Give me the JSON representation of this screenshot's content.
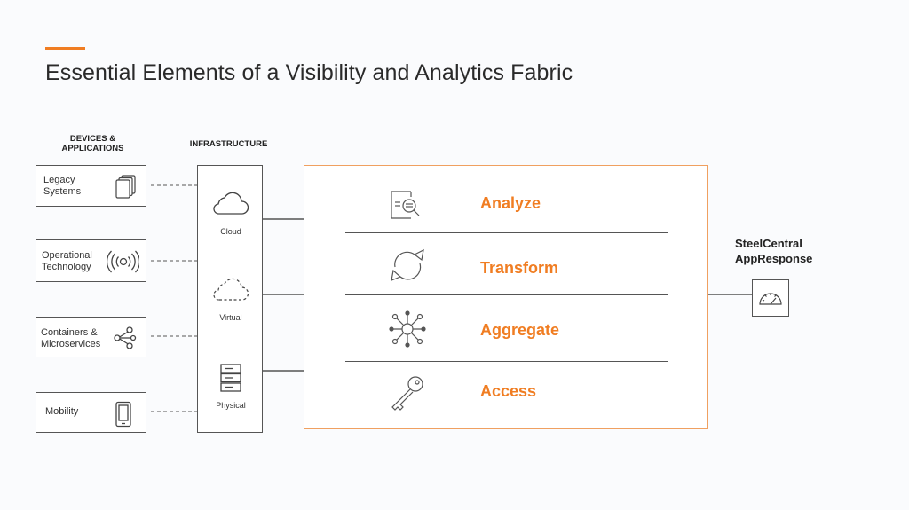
{
  "title": "Essential Elements of a Visibility and Analytics Fabric",
  "colors": {
    "accent": "#f07d22",
    "border": "#555555"
  },
  "headers": {
    "devices": "DEVICES & APPLICATIONS",
    "infrastructure": "INFRASTRUCTURE"
  },
  "devices": [
    {
      "label": "Legacy Systems",
      "icon": "stacked-pages-icon"
    },
    {
      "label": "Operational Technology",
      "icon": "signal-broadcast-icon"
    },
    {
      "label": "Containers & Microservices",
      "icon": "share-nodes-icon"
    },
    {
      "label": "Mobility",
      "icon": "smartphone-icon"
    }
  ],
  "infrastructure": [
    {
      "label": "Cloud",
      "icon": "cloud-icon"
    },
    {
      "label": "Virtual",
      "icon": "dashed-cloud-icon"
    },
    {
      "label": "Physical",
      "icon": "server-stack-icon"
    }
  ],
  "fabric_stages": [
    {
      "label": "Analyze",
      "icon": "document-search-icon"
    },
    {
      "label": "Transform",
      "icon": "cycle-arrows-icon"
    },
    {
      "label": "Aggregate",
      "icon": "hub-nodes-icon"
    },
    {
      "label": "Access",
      "icon": "key-icon"
    }
  ],
  "product": {
    "line1": "SteelCentral",
    "line2": "AppResponse",
    "icon": "gauge-icon"
  }
}
